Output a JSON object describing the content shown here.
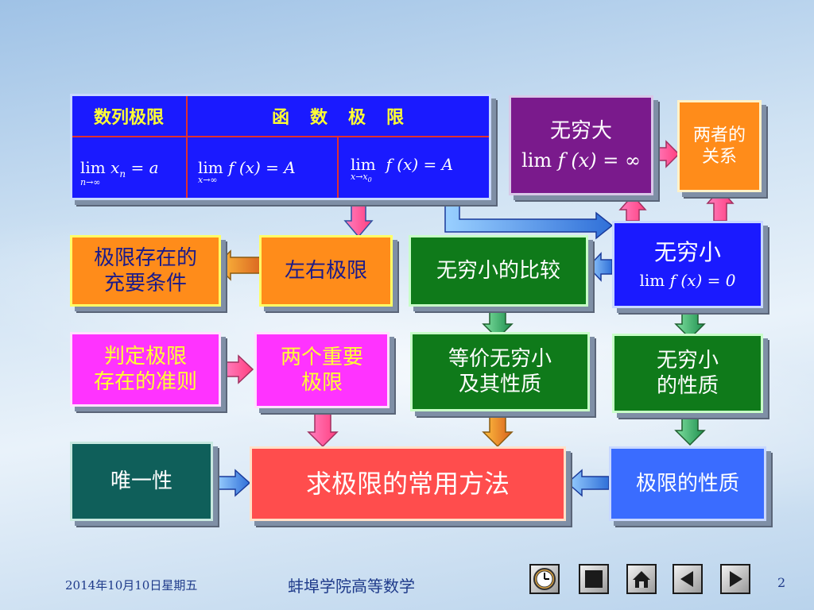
{
  "nodes": {
    "shulie_header": "数列极限",
    "hanshu_header": "函　数　极　限",
    "shulie_formula": "lim x_n = a (n→∞)",
    "hanshu_formula_inf": "lim f(x) = A (x→∞)",
    "hanshu_formula_x0": "lim f(x) = A (x→x0)",
    "wuqiongda_title": "无穷大",
    "wuqiongda_formula": "lim f(x) = ∞",
    "liangzhe_line1": "两者的",
    "liangzhe_line2": "关系",
    "wuqiongxiao_title": "无穷小",
    "wuqiongxiao_formula": "lim f(x) = 0",
    "cunzai_line1": "极限存在的",
    "cunzai_line2": "充要条件",
    "zuoyou": "左右极限",
    "bijiao": "无穷小的比较",
    "zhunze_line1": "判定极限",
    "zhunze_line2": "存在的准则",
    "zhongyao_line1": "两个重要",
    "zhongyao_line2": "极限",
    "dengjia_line1": "等价无穷小",
    "dengjia_line2": "及其性质",
    "xingzhi_small_line1": "无穷小",
    "xingzhi_small_line2": "的性质",
    "weiyi": "唯一性",
    "fangfa": "求极限的常用方法",
    "jixian_xingzhi": "极限的性质"
  },
  "footer": {
    "date": "2014年10月10日星期五",
    "institution": "蚌埠学院高等数学",
    "page_number": "2"
  },
  "nav_icons": [
    "clock-icon",
    "stop-icon",
    "home-icon",
    "prev-icon",
    "next-icon"
  ],
  "colors": {
    "blue_box": "#1a1aff",
    "purple_box": "#7a1a8c",
    "orange_box": "#ff8c1a",
    "green_box": "#0f7a1a",
    "magenta_box": "#ff33ff",
    "teal_box": "#0f5f5a",
    "red_box": "#ff4d4d",
    "light_blue_box": "#3a6cff"
  }
}
